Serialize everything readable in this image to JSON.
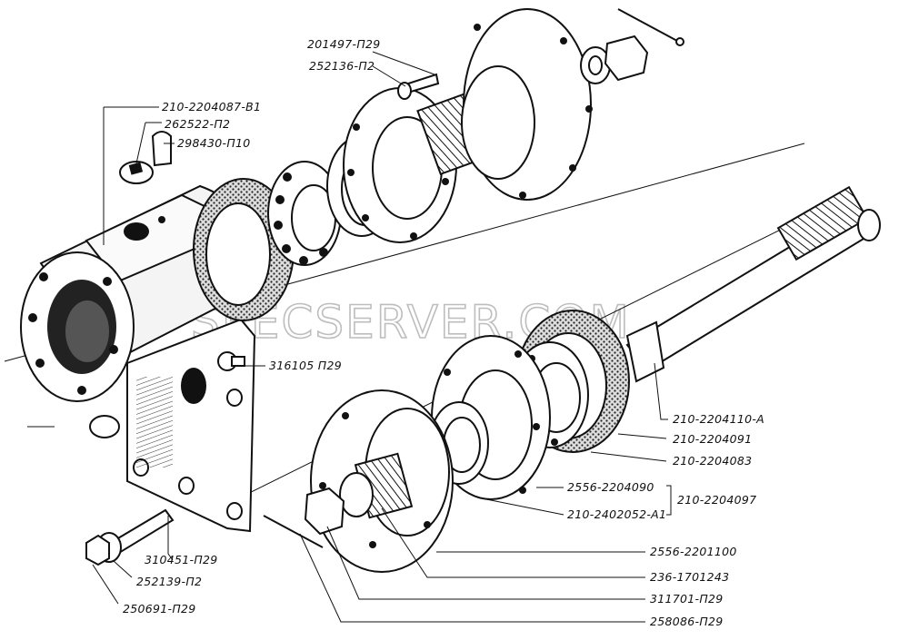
{
  "watermark": "SPECSERVER.COM",
  "labels": {
    "l_201497": "201497-П29",
    "l_252136": "252136-П2",
    "l_2204087": "210-2204087-В1",
    "l_262522": "262522-П2",
    "l_298430": "298430-П10",
    "l_316105": "316105 П29",
    "l_2204110": "210-2204110-А",
    "l_2204091": "210-2204091",
    "l_2204083": "210-2204083",
    "l_2204090": "2556-2204090",
    "l_2402052": "210-2402052-А1",
    "l_2204097": "210-2204097",
    "l_2201100": "2556-2201100",
    "l_1701243": "236-1701243",
    "l_311701": "311701-П29",
    "l_258086": "258086-П29",
    "l_310451": "310451-П29",
    "l_252139": "252139-П2",
    "l_250691": "250691-П29"
  }
}
